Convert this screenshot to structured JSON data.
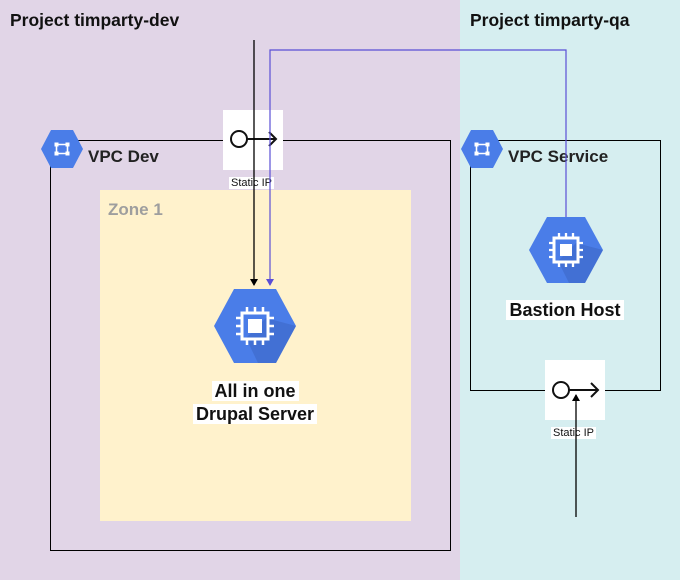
{
  "projects": {
    "dev": {
      "title": "Project timparty-dev"
    },
    "qa": {
      "title": "Project timparty-qa"
    }
  },
  "vpcs": {
    "dev": {
      "label": "VPC Dev"
    },
    "service": {
      "label": "VPC Service"
    }
  },
  "zone": {
    "label": "Zone 1"
  },
  "static_ips": {
    "dev": {
      "label": "Static IP"
    },
    "service": {
      "label": "Static IP"
    }
  },
  "nodes": {
    "drupal": {
      "line1": "All in one",
      "line2": "Drupal Server"
    },
    "bastion": {
      "label": "Bastion Host"
    }
  },
  "colors": {
    "project_dev_bg": "#e1d5e7",
    "project_qa_bg": "#d6eef0",
    "zone_bg": "#fff2cc",
    "gcp_blue": "#4a7de8",
    "ssh_path_color": "#5a4fd6"
  },
  "icons": {
    "vpc": "vpc-network-icon",
    "compute": "compute-engine-icon",
    "static_ip": "static-ip-icon"
  }
}
